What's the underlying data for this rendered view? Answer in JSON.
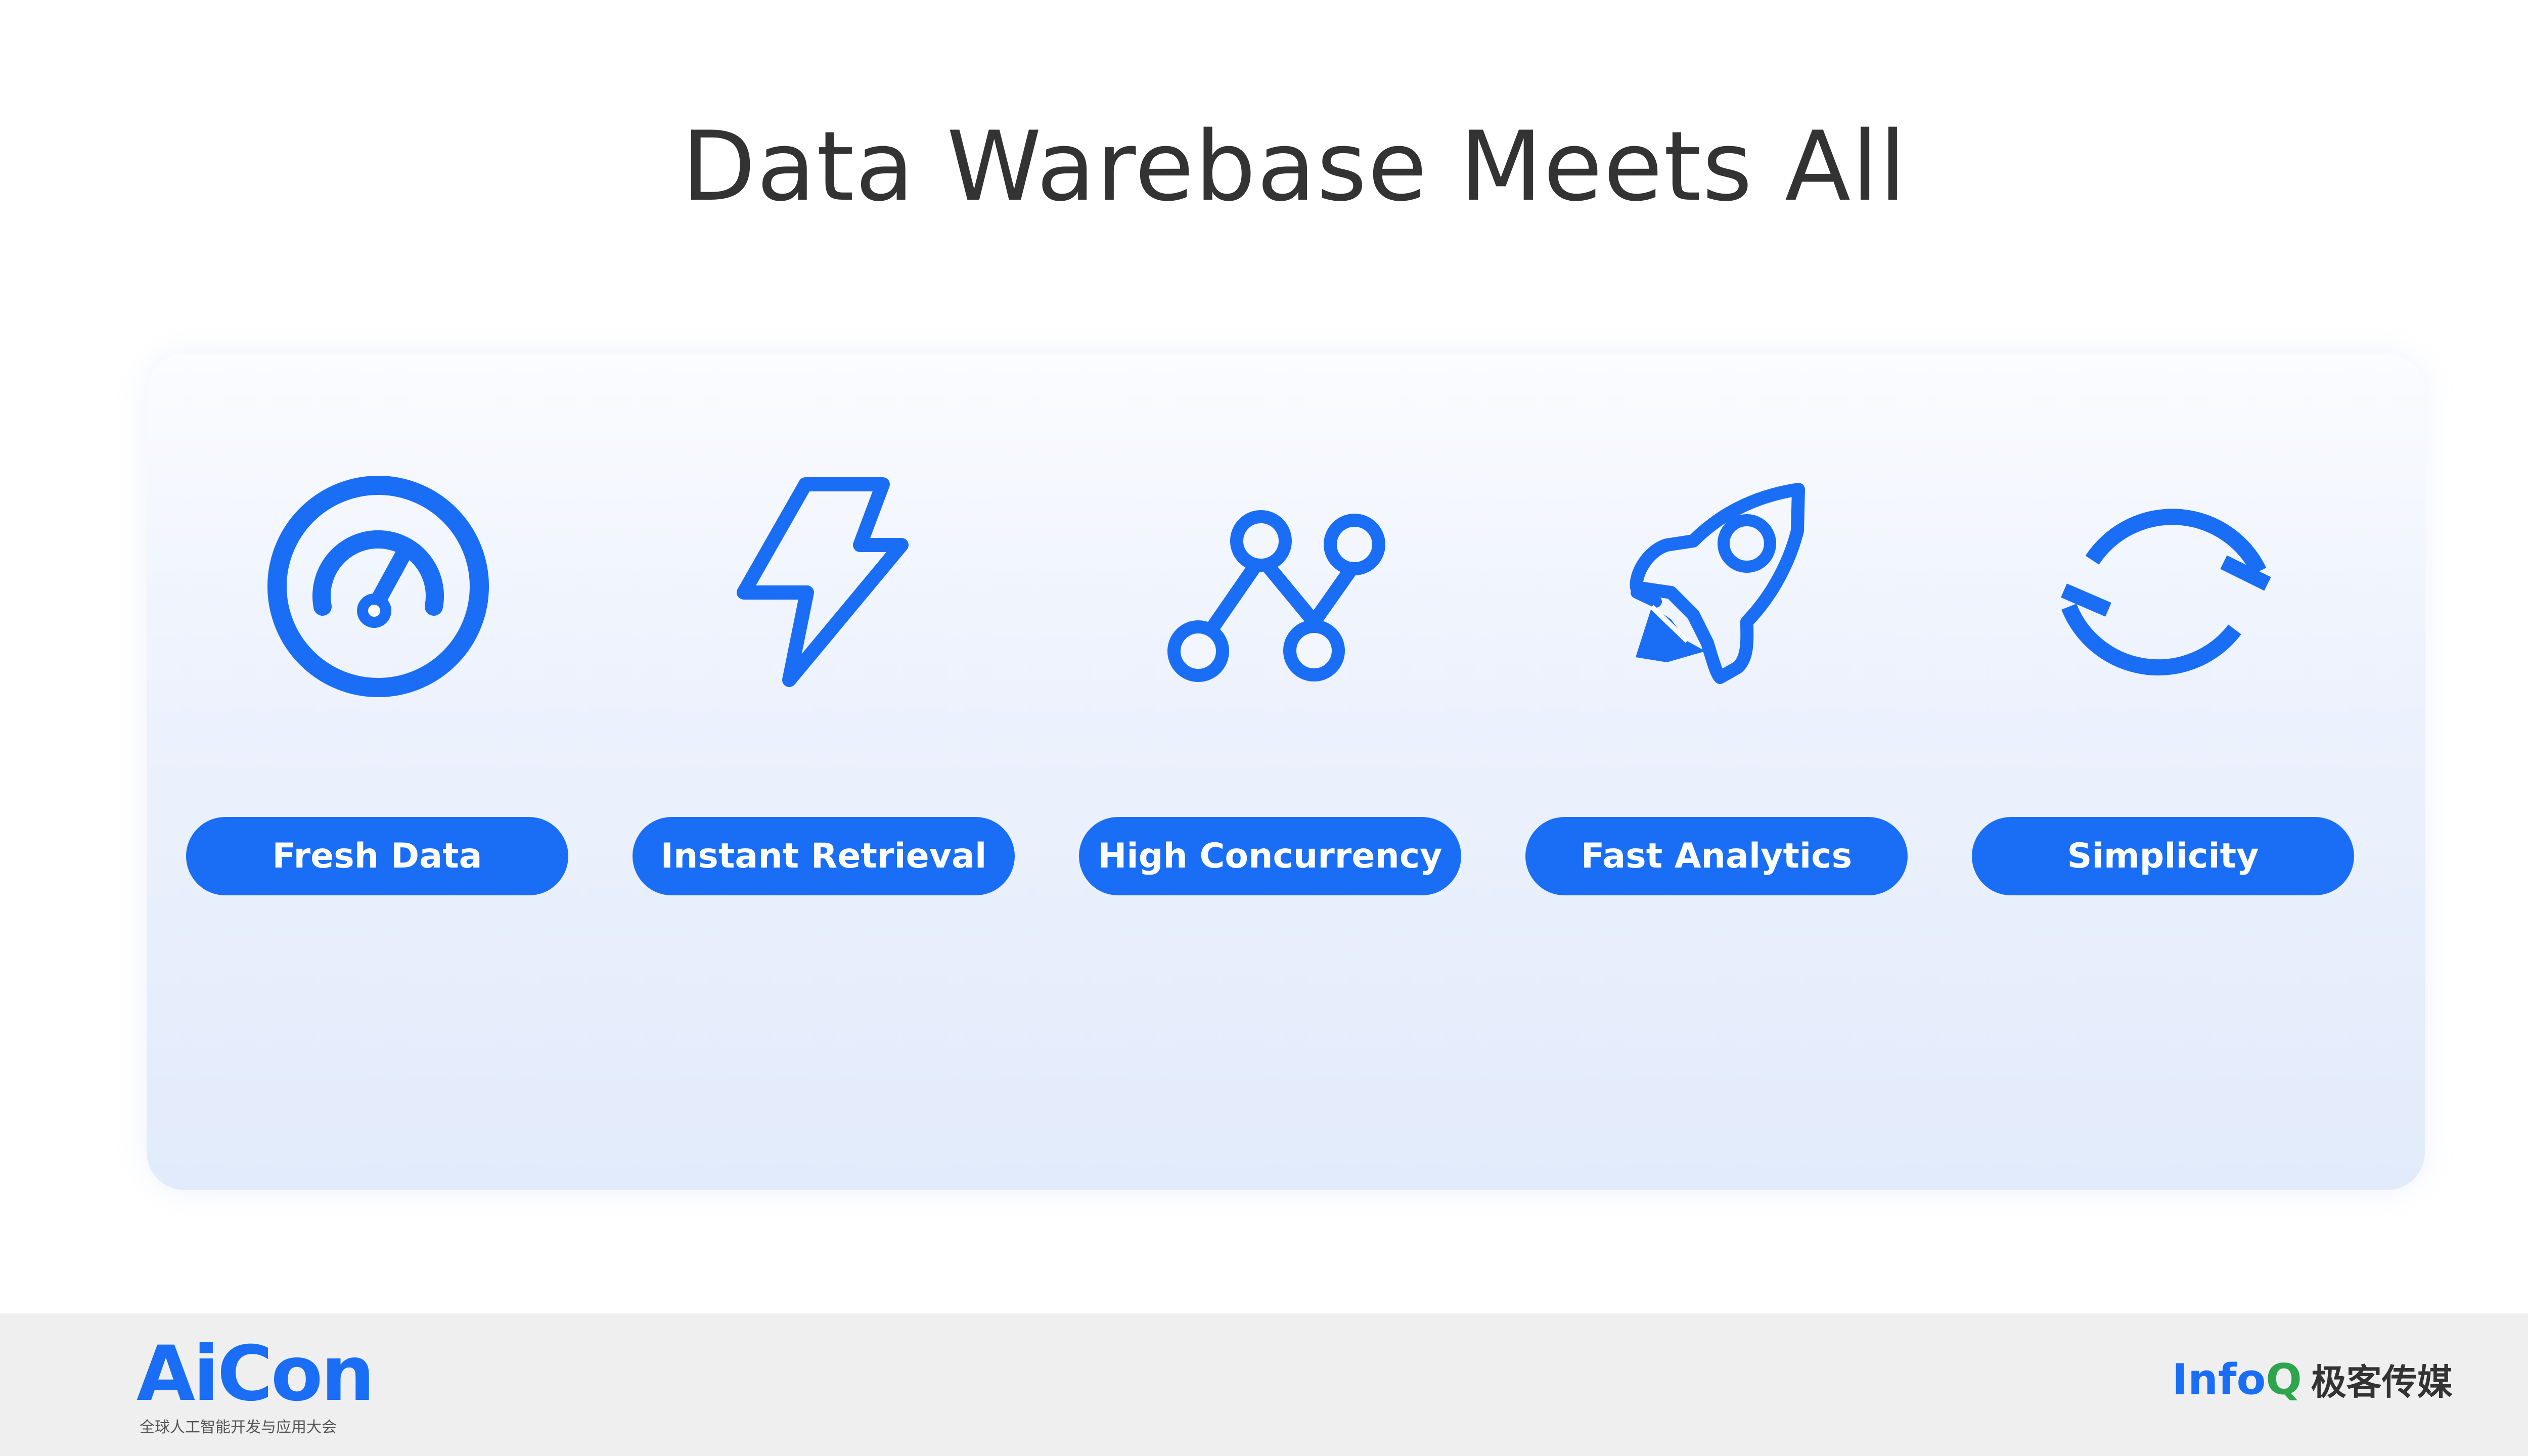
{
  "slide": {
    "title": "Data Warebase Meets All"
  },
  "features": [
    {
      "label": "Fresh Data",
      "icon": "gauge-icon"
    },
    {
      "label": "Instant Retrieval",
      "icon": "lightning-icon"
    },
    {
      "label": "High Concurrency",
      "icon": "graph-nodes-icon"
    },
    {
      "label": "Fast Analytics",
      "icon": "rocket-icon"
    },
    {
      "label": "Simplicity",
      "icon": "refresh-icon"
    }
  ],
  "footer": {
    "left_logo": {
      "wordmark": "AiCon",
      "subtitle": "全球人工智能开发与应用大会"
    },
    "right_logo": {
      "wordmark": "Info",
      "wordmark_accent": "Q",
      "chinese": "极客传媒"
    }
  },
  "colors": {
    "accent": "#1a6ef5",
    "title_text": "#333333",
    "footer_bg": "#efefef",
    "infoq_green": "#2ea44f"
  }
}
